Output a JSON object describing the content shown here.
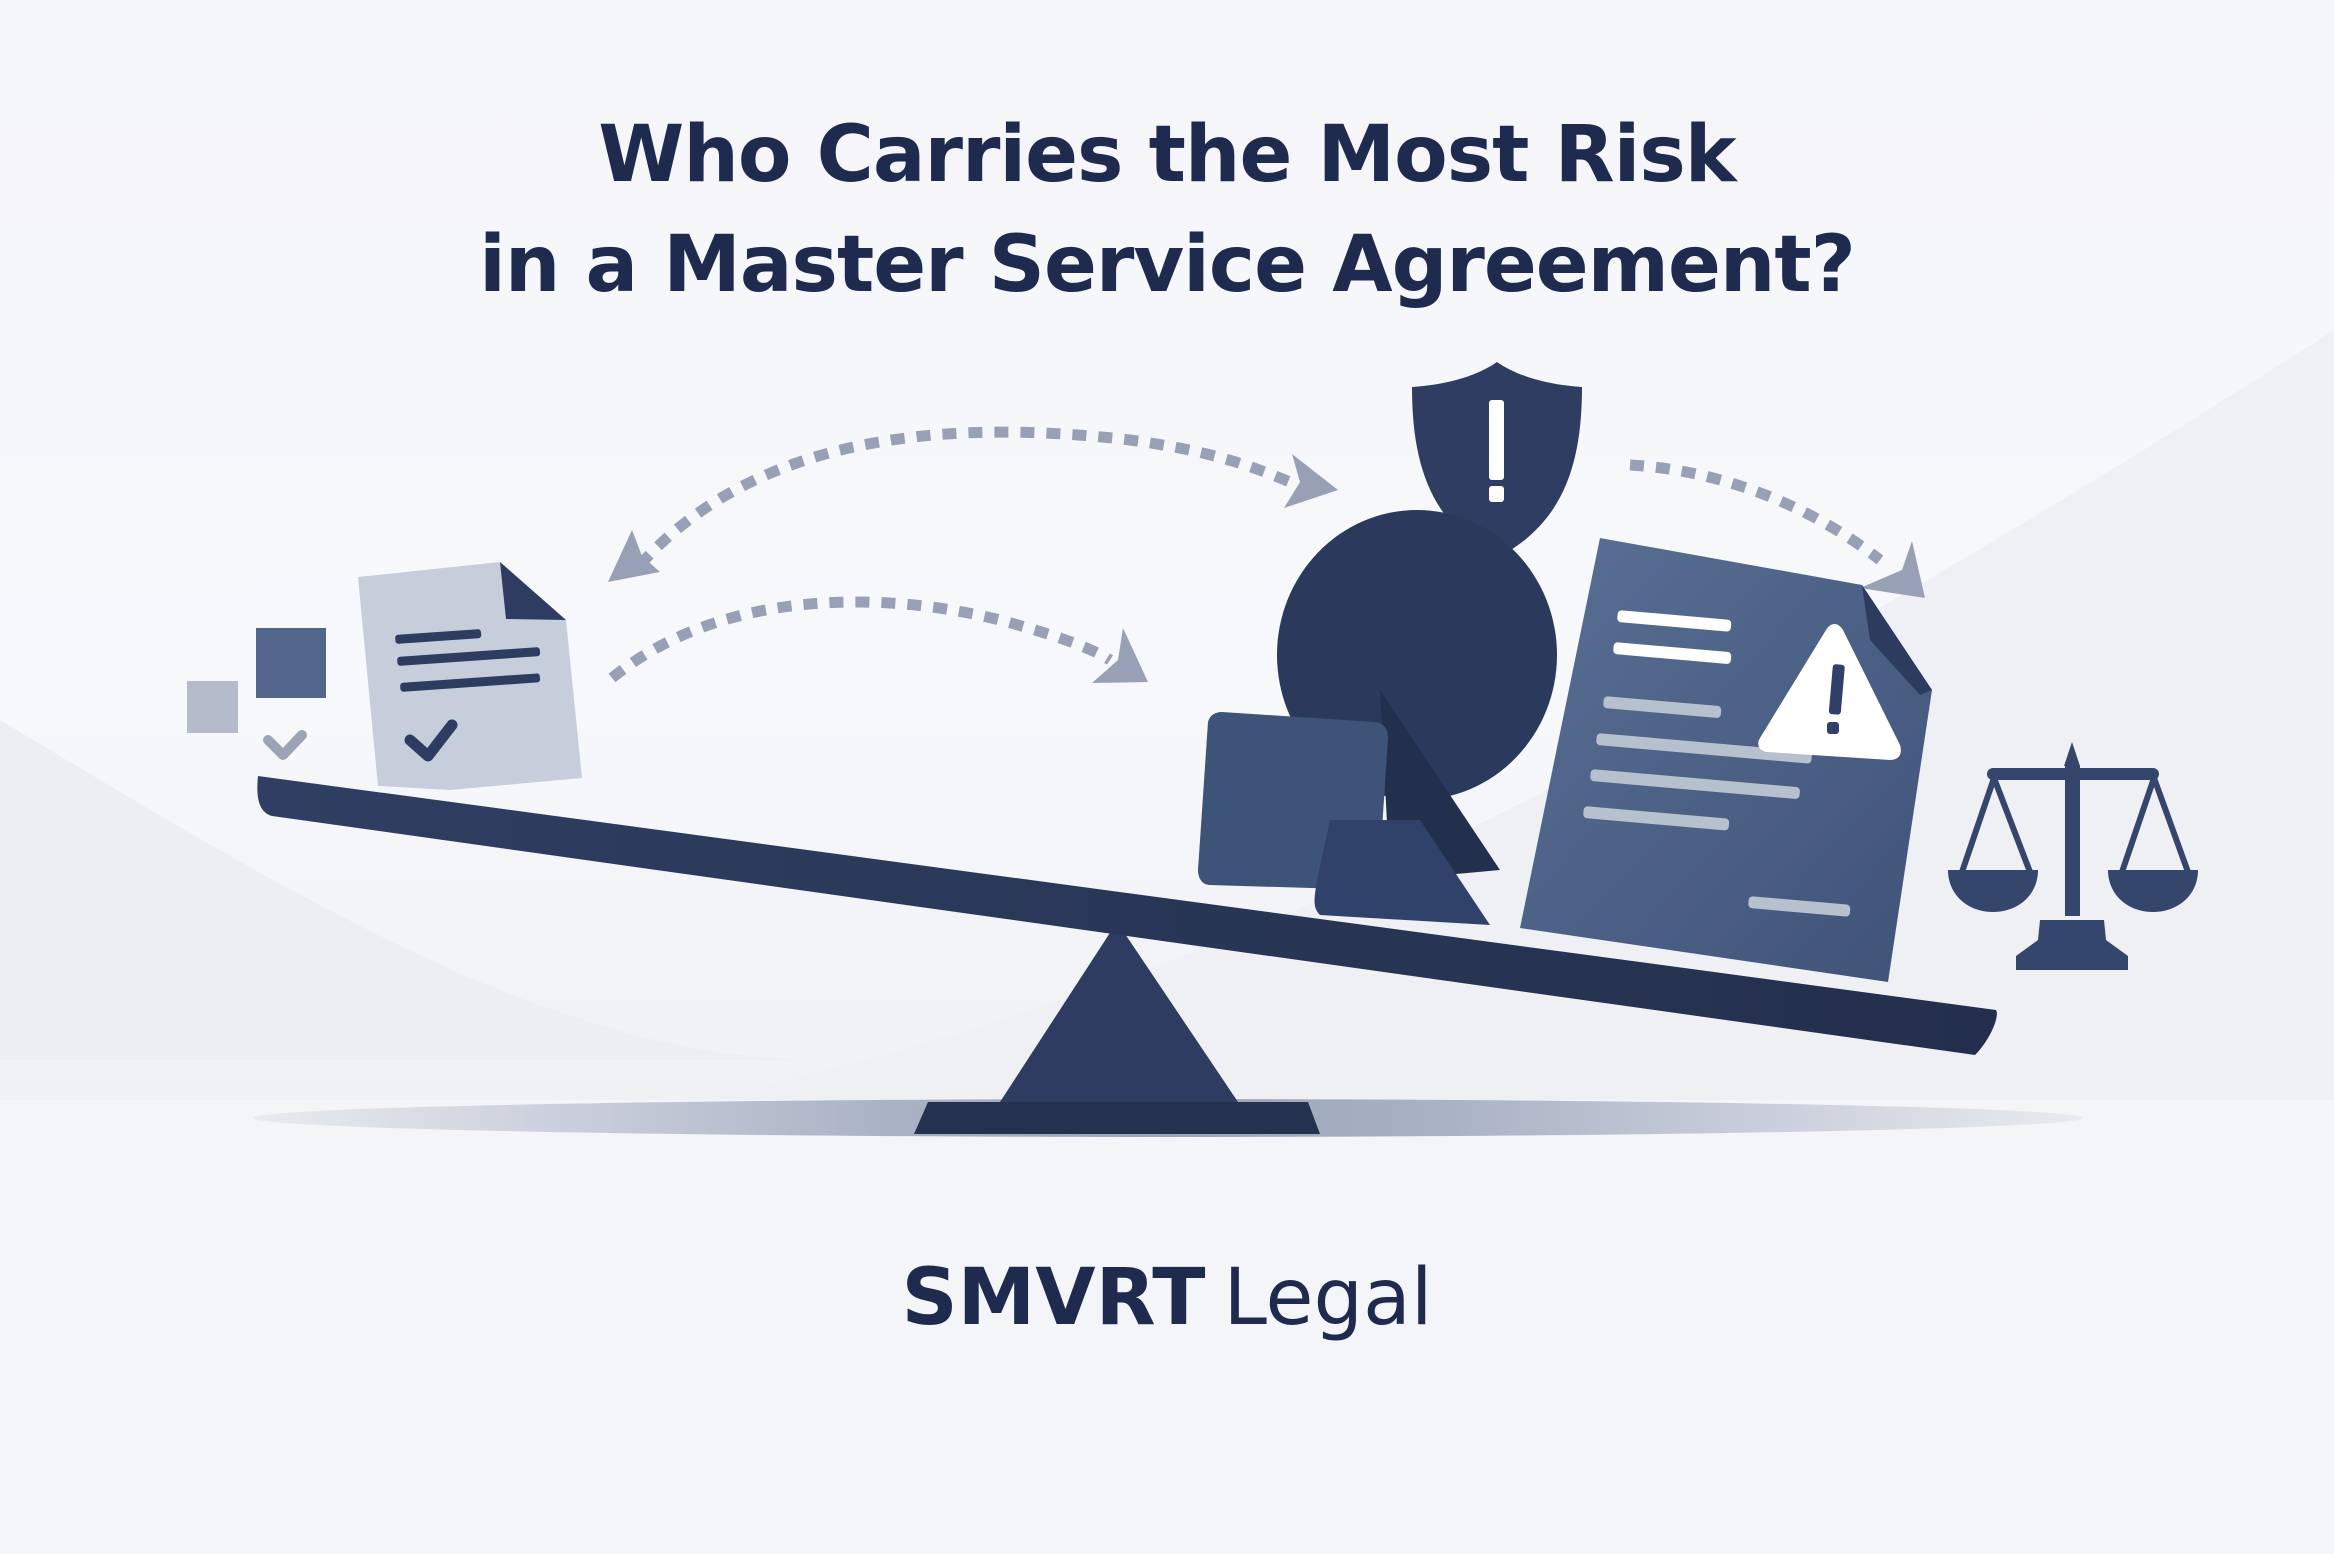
{
  "title": {
    "line1": "Who Carries the Most Risk",
    "line2": "in a Master Service Agreement?"
  },
  "brand": {
    "strong": "SMVRT",
    "light": "Legal"
  },
  "illustration": {
    "description": "Seesaw tipped right, weighed down by risk-heavy documents and a person figure",
    "left_side": [
      "small-squares",
      "check-mark",
      "approved-document-icon"
    ],
    "right_side": [
      "shield-alert-icon",
      "person-figure",
      "warning-document-icon",
      "scales-of-justice-icon"
    ],
    "arrows": [
      "curved-dashed-arrow-bidirectional",
      "curved-dashed-arrow-right",
      "curved-dashed-arrow-down-right"
    ]
  },
  "colors": {
    "navy": "#2b3a5c",
    "navy_dark": "#243252",
    "slate": "#44587e",
    "slate_light": "#546a90",
    "pale_doc": "#c7cedb",
    "arrow_gray": "#97a0b5",
    "text": "#1e2b4f",
    "background": "#f5f6f9"
  }
}
